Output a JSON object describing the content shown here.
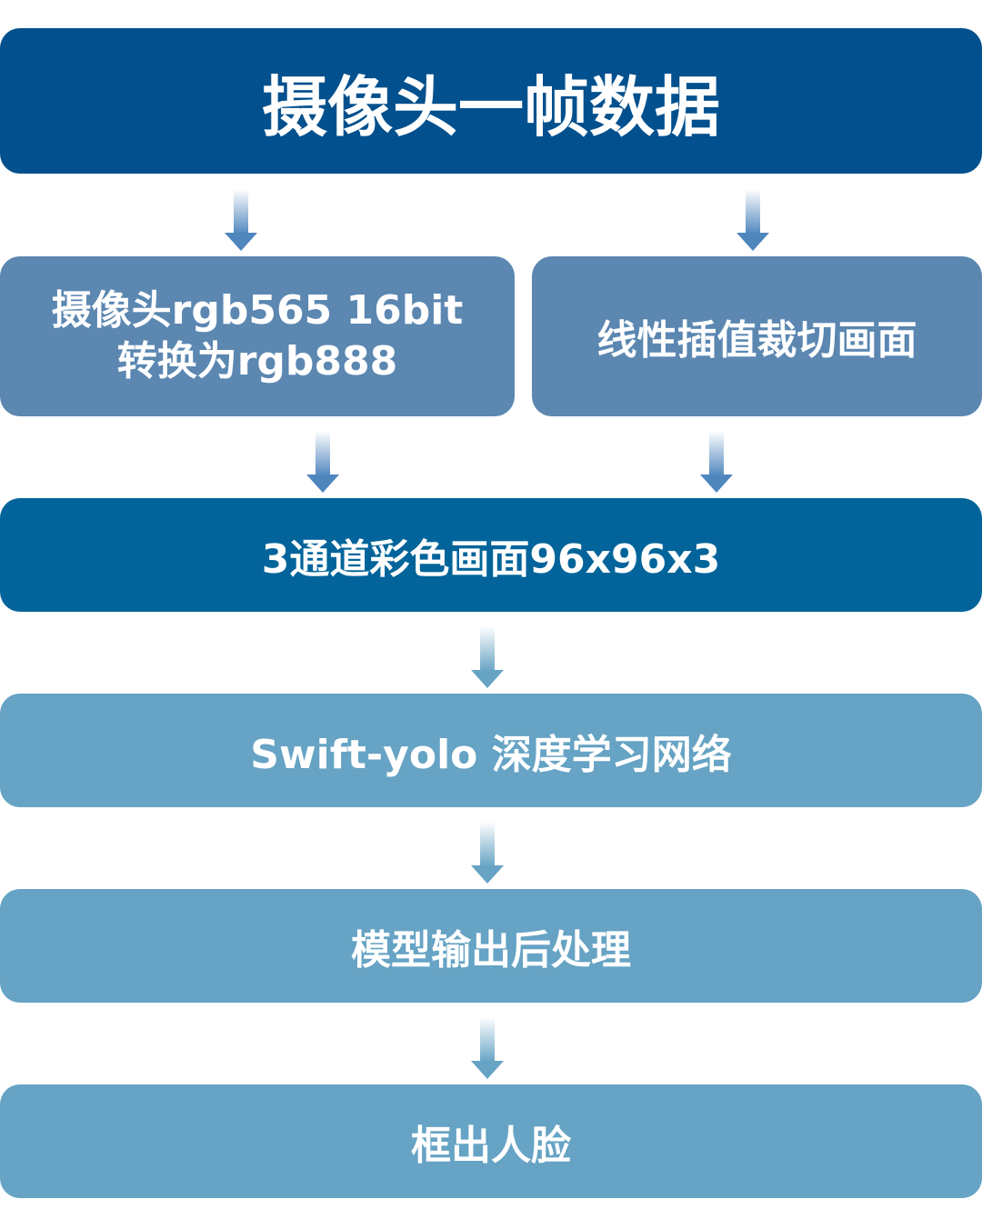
{
  "colors": {
    "source": "#02508D",
    "middle": "#5B87B1",
    "rgb": "#02649A",
    "light": "#66A3C4",
    "arrow": "#4F86BE"
  },
  "nodes": {
    "source": "摄像头一帧数据",
    "convert_line1": "摄像头rgb565 16bit",
    "convert_line2": "转换为rgb888",
    "crop": "线性插值裁切画面",
    "rgb": "3通道彩色画面96x96x3",
    "network": "Swift-yolo 深度学习网络",
    "post": "模型输出后处理",
    "face": "框出人脸"
  }
}
